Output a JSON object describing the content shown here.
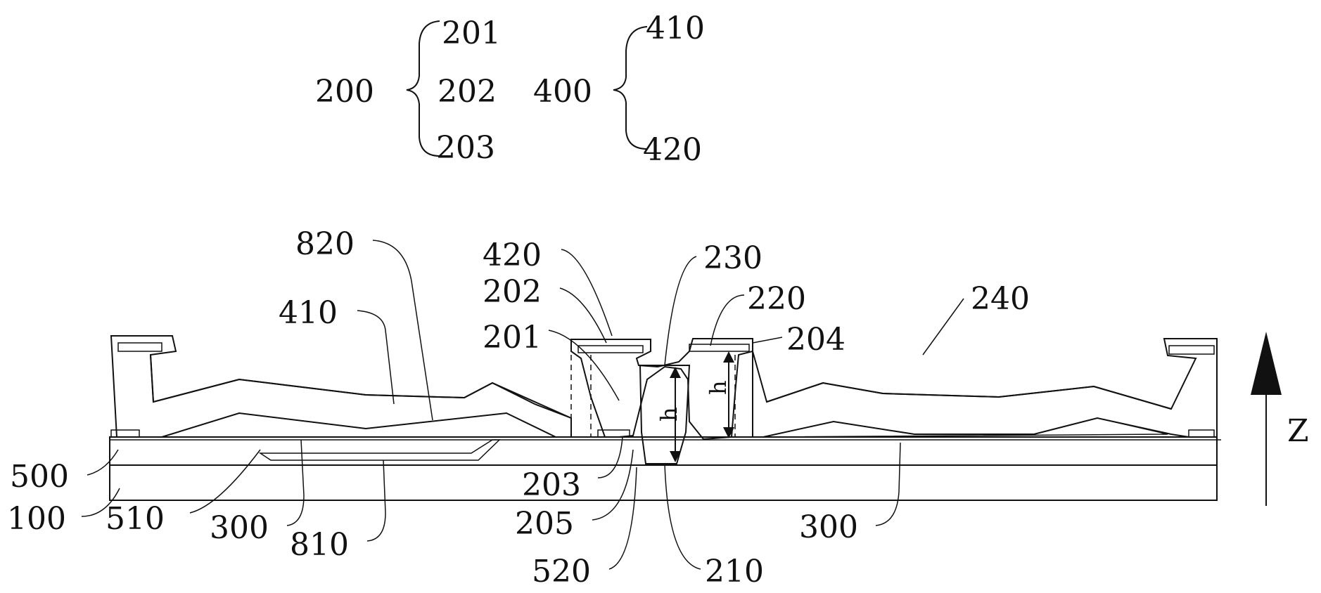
{
  "legend": {
    "group_200": {
      "label": "200",
      "members": [
        "201",
        "202",
        "203"
      ]
    },
    "group_400": {
      "label": "400",
      "members": [
        "410",
        "420"
      ]
    }
  },
  "labels": {
    "l820": "820",
    "l410": "410",
    "l420": "420",
    "l202": "202",
    "l201": "201",
    "l230": "230",
    "l220": "220",
    "l204": "204",
    "l240": "240",
    "l500": "500",
    "l100": "100",
    "l510": "510",
    "l300a": "300",
    "l810": "810",
    "l203": "203",
    "l205": "205",
    "l520": "520",
    "l210": "210",
    "l300b": "300",
    "h1": "h",
    "h2": "h"
  },
  "axis": {
    "label": "Z"
  },
  "colors": {
    "stroke": "#111111",
    "background": "#ffffff"
  }
}
